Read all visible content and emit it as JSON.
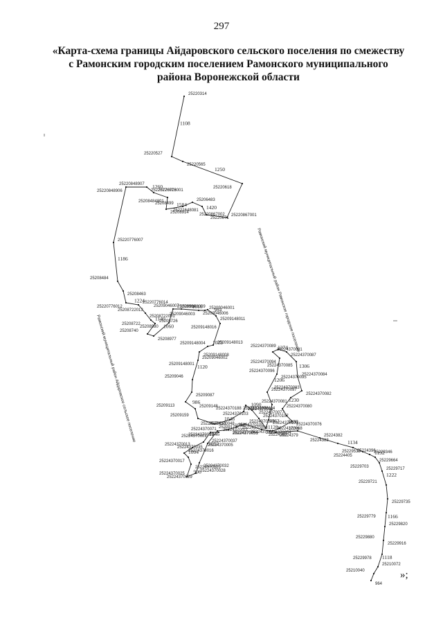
{
  "page_number": "297",
  "title_lines": [
    "«Карта-схема границы Айдаровского сельского поселения по смежеству",
    "с Рамонским городским поселением Рамонского муниципального",
    "района Воронежской области"
  ],
  "closing_mark": "»;",
  "district_labels": {
    "right": "Рамонский муниципальный район Рамонское городское поселение",
    "left": "Рамонский муниципальный район Айдаровское сельское поселение"
  },
  "points": [
    "25220314",
    "25220527",
    "25220565",
    "25220618",
    "25220867001",
    "25220867002",
    "25220671",
    "25221648081",
    "25206483",
    "25208499",
    "25208914",
    "25208484801",
    "25220776001",
    "25220848907",
    "25220776013",
    "25220848906",
    "25220776007",
    "25208484",
    "25208463",
    "25220776012",
    "25220776014",
    "25208722013",
    "25208722001",
    "25208722",
    "25208726",
    "25208740",
    "25208977",
    "25208980",
    "25208986",
    "25209046007",
    "25209046006",
    "25209046003",
    "25209046001",
    "25209148009",
    "25209148011",
    "25209148016",
    "25209148013",
    "25209148004",
    "25209148008",
    "25209148001",
    "25209046002",
    "25209046",
    "25209087",
    "25209113",
    "25209148",
    "25209159",
    "25209173",
    "25224370131",
    "25224370099",
    "25224370188",
    "25224370114",
    "25224370103",
    "25224370107",
    "25224370100",
    "25224370101",
    "25224370098",
    "25224370097",
    "25224370096",
    "25224370095",
    "25224370094",
    "25224370091",
    "25224370089",
    "25224370087",
    "25224370085",
    "25224370084",
    "25224370083",
    "25224370082",
    "25224370081",
    "25224370080",
    "25224370077",
    "25224370076",
    "25224370069",
    "25224370068",
    "25224370058",
    "25224370054",
    "25224370051",
    "25224370049",
    "25224370048",
    "25224370044",
    "25224370039",
    "25224370037",
    "25224370035",
    "25224370032",
    "25224370029",
    "25224370028",
    "25224370025",
    "25224370023",
    "25224370017",
    "25224370016",
    "25224370013",
    "25224370005",
    "25224370001",
    "25224370011",
    "25224370071",
    "25224379",
    "25224380",
    "25224382",
    "25224383",
    "25224396",
    "25224405",
    "25229346",
    "25229532",
    "25229664",
    "25229703",
    "25229717",
    "25229721",
    "25229735",
    "25229779",
    "25229820",
    "25229880",
    "25229916",
    "25229978",
    "25210072",
    "25210040",
    "964"
  ],
  "distance_labels": [
    "1108",
    "1250",
    "1420",
    "1584",
    "1260",
    "1186",
    "1224",
    "1140",
    "1060",
    "1016",
    "984",
    "1022",
    "1120",
    "986",
    "1048",
    "1090",
    "1162",
    "1206",
    "1274",
    "1306",
    "1230",
    "1180",
    "1128",
    "1088",
    "1052",
    "996",
    "1004",
    "1046",
    "1070",
    "1134",
    "1192",
    "1222",
    "1166",
    "1118"
  ]
}
